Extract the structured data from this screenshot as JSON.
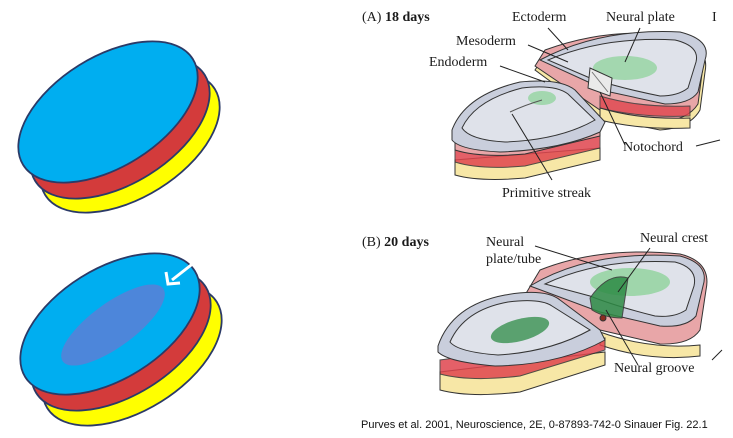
{
  "left_diagrams": {
    "top_disc": {
      "layers": [
        "#ffff00",
        "#d33b3b",
        "#00aef0"
      ]
    },
    "bottom_disc": {
      "layers": [
        "#ffff00",
        "#d33b3b",
        "#00aef0"
      ],
      "plate_color": "#5b7fd6",
      "arrow_color": "#ffffff"
    }
  },
  "panel_a": {
    "letter": "(A)",
    "stage": "18 days",
    "labels": {
      "ectoderm": "Ectoderm",
      "neural_plate": "Neural plate",
      "mesoderm": "Mesoderm",
      "endoderm": "Endoderm",
      "notochord": "Notochord",
      "primitive_streak": "Primitive streak",
      "cut_letter": "I"
    }
  },
  "panel_b": {
    "letter": "(B)",
    "stage": "20 days",
    "labels": {
      "neural_line1": "Neural",
      "neural_line2": "plate/tube",
      "neural_crest": "Neural crest",
      "neural_groove": "Neural groove"
    }
  },
  "caption": "Purves et al. 2001, Neuroscience, 2E, 0-87893-742-0 Sinauer Fig. 22.1",
  "colors": {
    "ectoderm": "#c9cedc",
    "mesoderm": "#e8a6a8",
    "mesoderm_dark": "#e0454e",
    "endoderm": "#f7e7a6",
    "neural": "#8fd39b",
    "neural_dark": "#2e8b45"
  }
}
